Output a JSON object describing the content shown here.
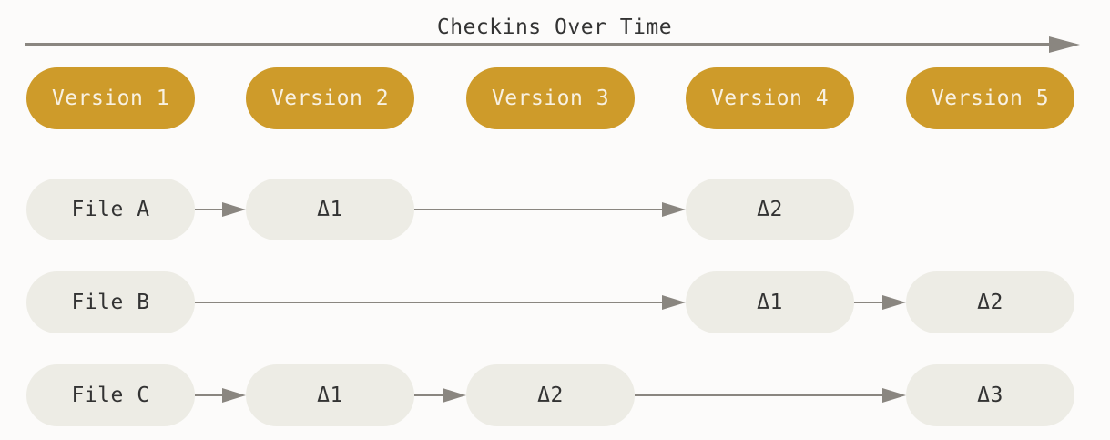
{
  "title": "Checkins Over Time",
  "colors": {
    "version_fill": "#ce9b2a",
    "version_text": "#f8f1e2",
    "node_fill": "#edece5",
    "arrow": "#8a8680",
    "text": "#333333",
    "background": "#fcfbfa"
  },
  "versions": [
    {
      "label": "Version 1"
    },
    {
      "label": "Version 2"
    },
    {
      "label": "Version 3"
    },
    {
      "label": "Version 4"
    },
    {
      "label": "Version 5"
    }
  ],
  "files": [
    {
      "label": "File A",
      "deltas": [
        {
          "version": 2,
          "label": "Δ1"
        },
        {
          "version": 4,
          "label": "Δ2"
        }
      ]
    },
    {
      "label": "File B",
      "deltas": [
        {
          "version": 4,
          "label": "Δ1"
        },
        {
          "version": 5,
          "label": "Δ2"
        }
      ]
    },
    {
      "label": "File C",
      "deltas": [
        {
          "version": 2,
          "label": "Δ1"
        },
        {
          "version": 3,
          "label": "Δ2"
        },
        {
          "version": 5,
          "label": "Δ3"
        }
      ]
    }
  ]
}
